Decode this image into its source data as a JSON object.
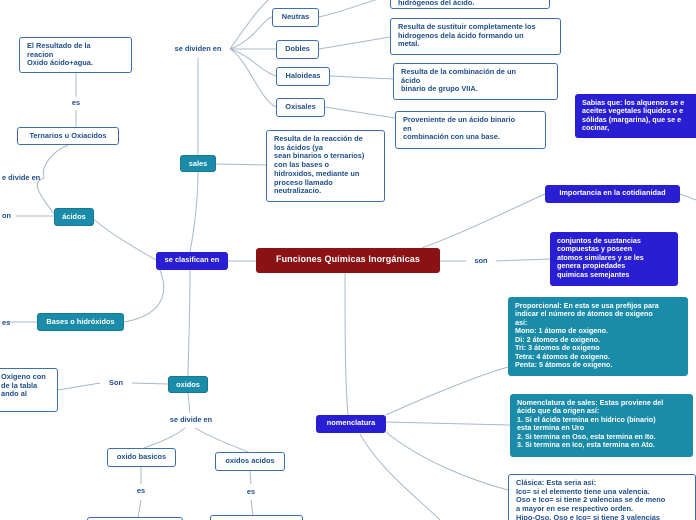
{
  "center": "Funciones Químicas Inorgánicas",
  "left": {
    "se_clasifican_en": "se clasifican en",
    "sales": "sales",
    "se_dividen_en": "se dividen en",
    "neutras": "Neutras",
    "dobles": "Dobles",
    "haloideas": "Haloideas",
    "oxisales": "Oxisales",
    "hidrogenos_desc": "hidrógenos del ácido.",
    "neutras_desc": "Resulta de sustituir completamente los\nhidrogenos dela ácido formando un\nmetal.",
    "haloideas_desc": "Resulta de la combinación de un\nácido\nbinario de grupo VIIA.",
    "oxisales_desc": "Proveniente de un ácido binario\nen\ncombinación con una base.",
    "sales_desc": "Resulta de la reacción de\nlos ácidos (ya\nsean binarios o ternarios)\ncon las bases o\nhidroxidos, mediante un\nproceso llamado\nneutralizacio.",
    "acidos": "ácidos",
    "divide_en_partial": "e divide en",
    "on_partial": "on",
    "ternarios": "Ternarios u Oxiacidos",
    "es1": "es",
    "resultado": "El Resultado de la\nreacion\nOxido ácido+agua.",
    "bases": "Bases o hidróxidos",
    "es_partial": "es",
    "oxidos": "oxidos",
    "son_oxidos": "Son",
    "oxigeno_partial": "Oxígeno con\nde la tabla\nando al",
    "se_divide_en": "se divide en",
    "oxido_basicos": "oxido basicos",
    "oxidos_acidos": "oxidos acidos",
    "es2": "es",
    "es3": "es"
  },
  "right": {
    "sabias": "Sabias que: los alquenos se e\naceites vegetales liquidos o e\nsólidas (margarina), que se e\ncocinar,",
    "importancia": "Importancia en la cotidianidad",
    "son": "son",
    "conjuntos": "conjuntos de sustancias\ncompuestas y poseen\natomos similares y se les\ngenera propiedades\nquimicas semejantes",
    "nomenclatura": "nomenclatura",
    "proporcional": "Proporcional: En esta se usa prefijos para\nindicar el número de átomos de oxigeno\nasí:\nMono: 1 átomo de oxigeno.\nDi: 2 átomos de oxigeno.\nTri: 3 átomos de oxigeno\nTetra: 4 átomos de oxigeno.\nPenta: 5 átomos de oxigeno.",
    "nom_sales": "Nomenclatura de sales: Estas proviene del\nácido que da origen así:\n   1. Si el ácido termina en hídrico (binario)\nesta termina en Uro\n   2. Si termina en Oso, esta termina en Ito.\n   3. Si termina en Ico, esta termina en Ato.",
    "clasica": "Clásica: Esta seria así:\nIco= si el elemento tiene una valencia.\nOso e Ico= si tiene 2 valencias se de meno\na mayor en ese respectivo orden.\nHipo-Oso, Oso e Ico= si tiene 3 valencias"
  },
  "colors": {
    "center": "#8b1214",
    "teal": "#1a8ba8",
    "navy": "#2a1ed2",
    "outline": "#3b6fb0",
    "link": "#a9b8c9"
  }
}
